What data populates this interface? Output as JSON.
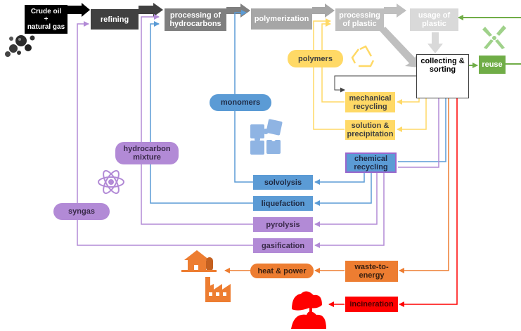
{
  "nodes": {
    "crude_oil": "Crude oil\n+\nnatural  gas",
    "refining": "refining",
    "processing_hydrocarbons": "processing of\nhydrocarbons",
    "polymerization": "polymerization",
    "processing_plastic": "processing\nof plastic",
    "usage_plastic": "usage of\nplastic",
    "collecting_sorting": "collecting &\nsorting",
    "reuse": "reuse",
    "polymers": "polymers",
    "monomers": "monomers",
    "hydrocarbon_mixture": "hydrocarbon\nmixture",
    "syngas": "syngas",
    "mechanical_recycling": "mechanical\nrecycling",
    "solution_precipitation": "solution &\nprecipitation",
    "chemical_recycling": "chemical\nrecycling",
    "solvolysis": "solvolysis",
    "liquefaction": "liquefaction",
    "pyrolysis": "pyrolysis",
    "gasification": "gasification",
    "waste_to_energy": "waste-to-\nenergy",
    "heat_power": "heat & power",
    "incineration": "incineration"
  },
  "colors": {
    "mechanical": "#ffd966",
    "chemical_blue": "#5b9bd5",
    "chemical_purple": "#b28ad6",
    "energy": "#ed7d31",
    "incineration": "#ff0000",
    "reuse": "#70ad47"
  },
  "icons": [
    "oil-droplets-icon",
    "recycle-symbol-icon",
    "recycle-bin-icon",
    "reuse-arrows-icon",
    "puzzle-icon",
    "atom-icon",
    "house-icon",
    "factory-icon",
    "fire-icon"
  ]
}
